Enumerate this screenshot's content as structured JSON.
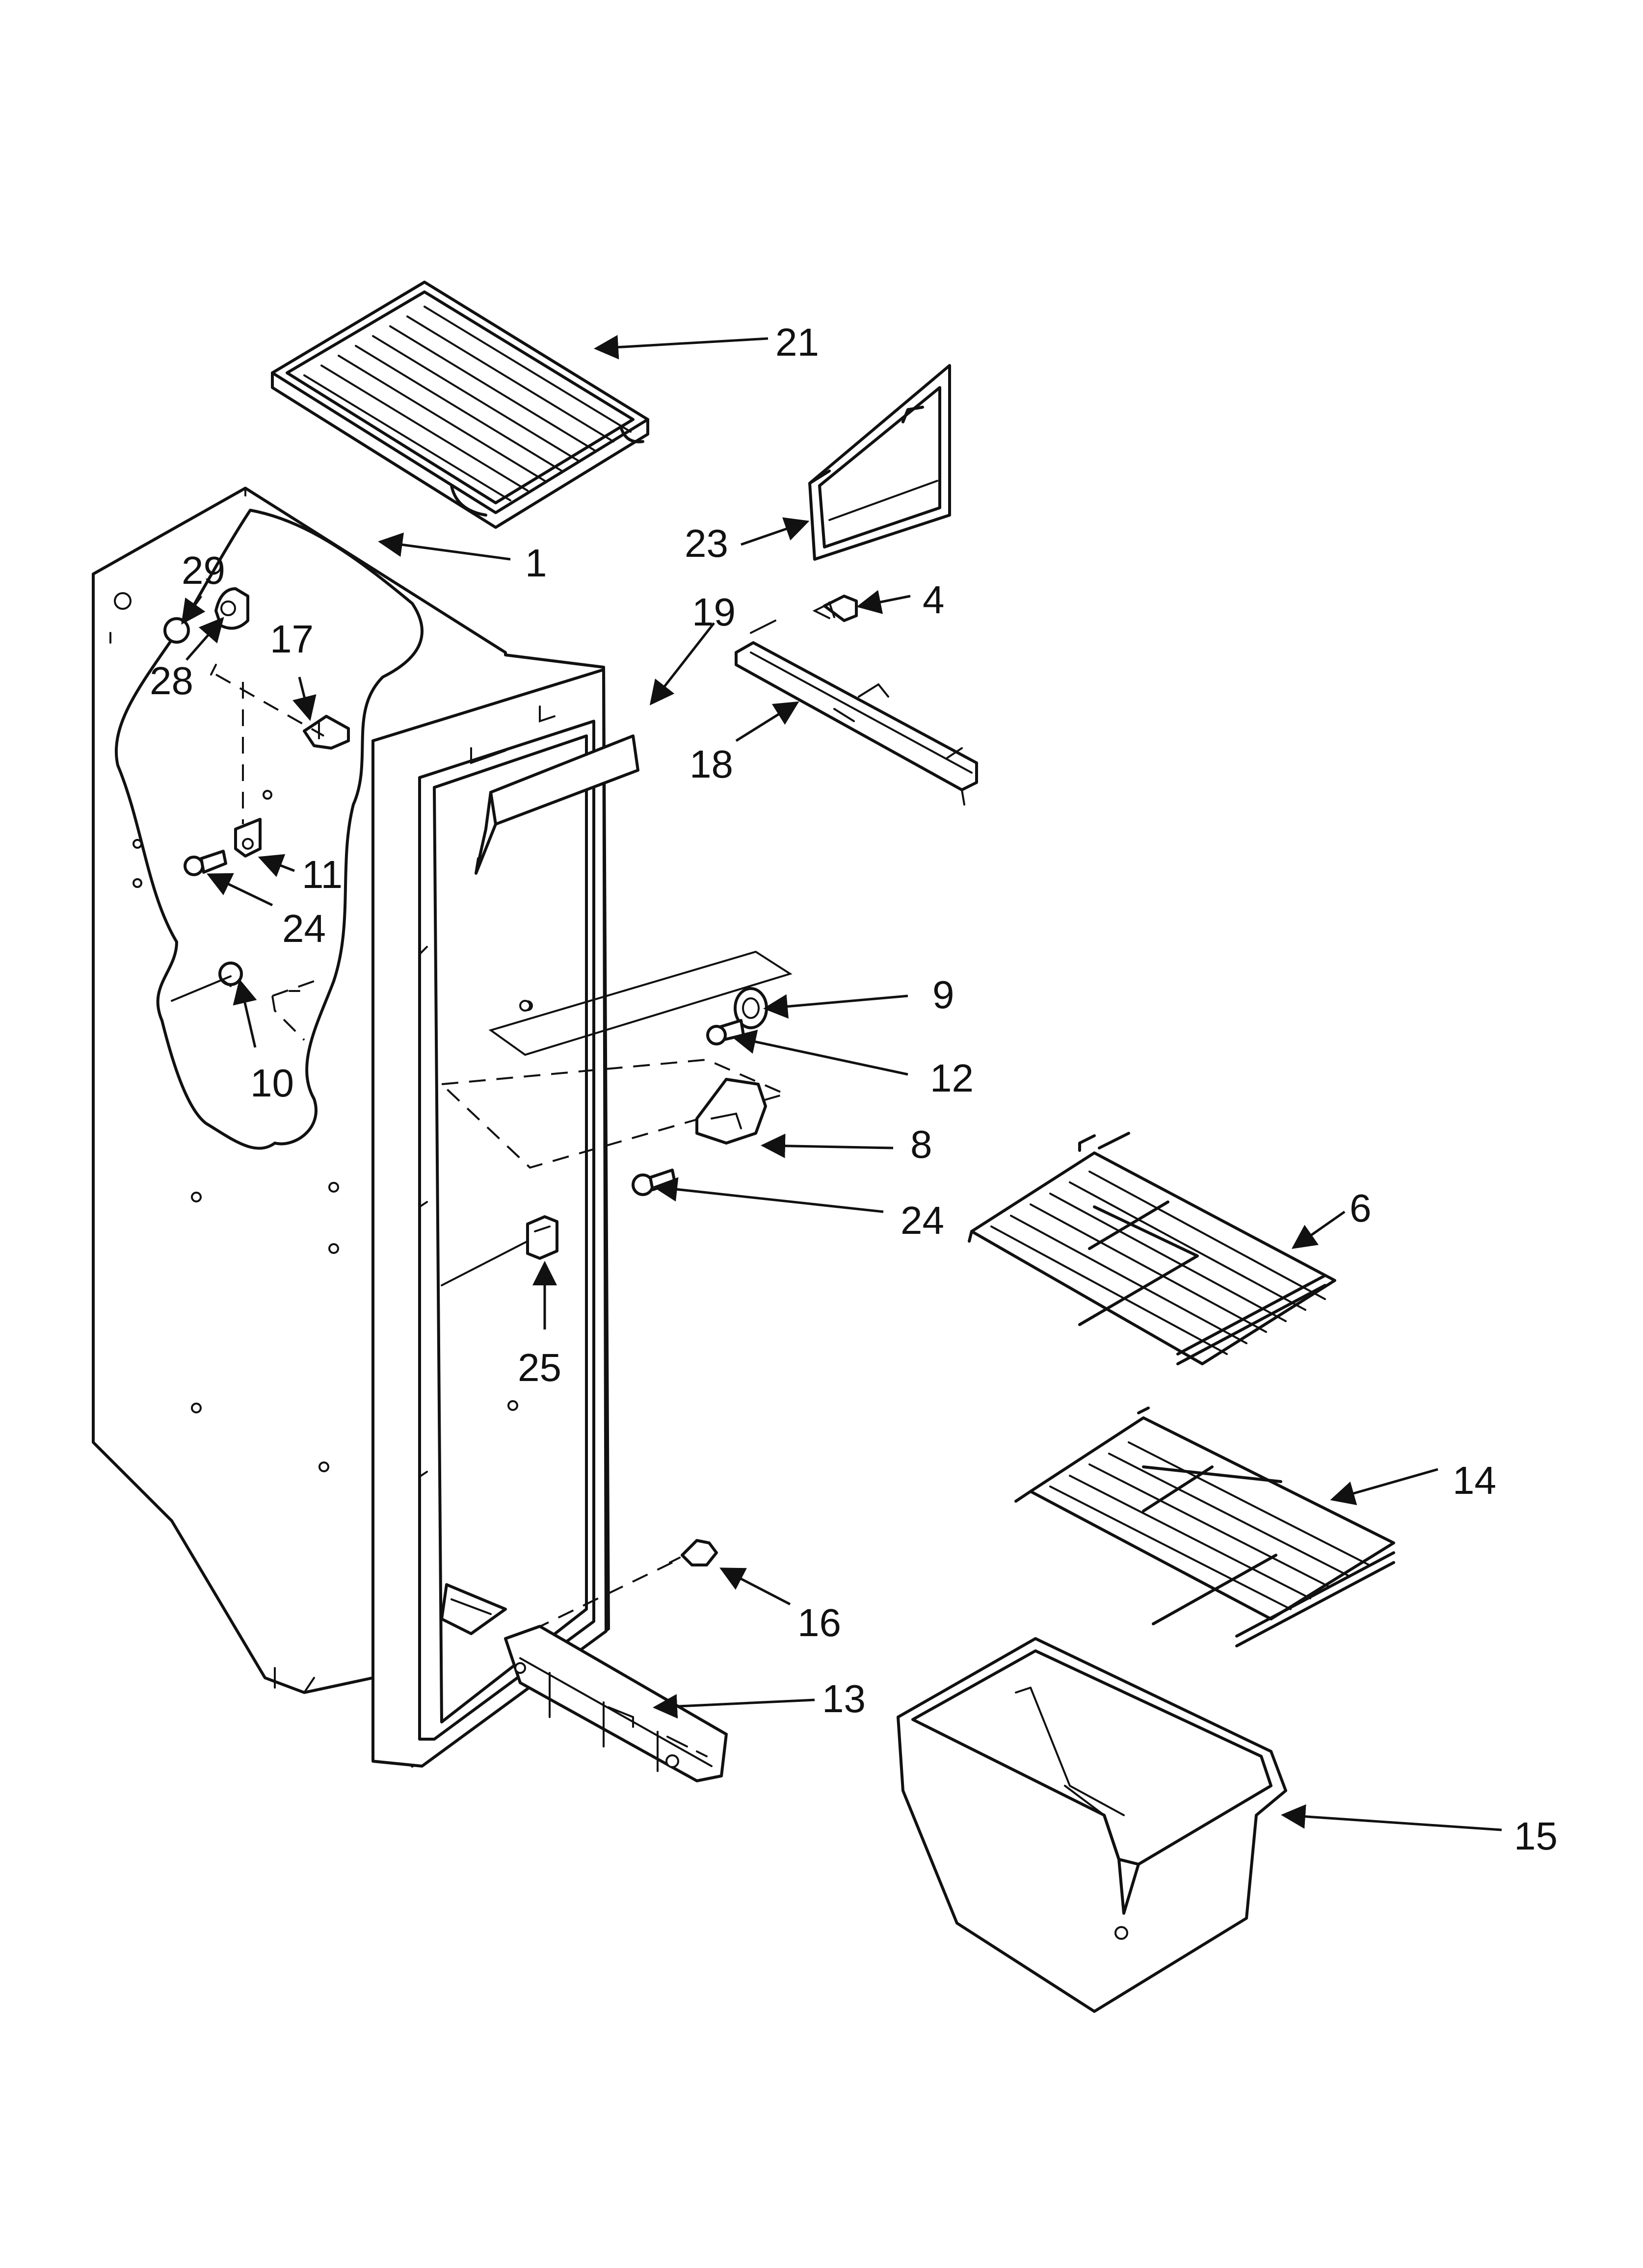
{
  "diagram": {
    "type": "exploded-parts-view",
    "callouts": [
      {
        "id": "c21",
        "label": "21"
      },
      {
        "id": "c23",
        "label": "23"
      },
      {
        "id": "c1",
        "label": "1"
      },
      {
        "id": "c29",
        "label": "29"
      },
      {
        "id": "c4",
        "label": "4"
      },
      {
        "id": "c19",
        "label": "19"
      },
      {
        "id": "c17",
        "label": "17"
      },
      {
        "id": "c28",
        "label": "28"
      },
      {
        "id": "c18",
        "label": "18"
      },
      {
        "id": "c11",
        "label": "11"
      },
      {
        "id": "c24a",
        "label": "24"
      },
      {
        "id": "c9",
        "label": "9"
      },
      {
        "id": "c10",
        "label": "10"
      },
      {
        "id": "c12",
        "label": "12"
      },
      {
        "id": "c8",
        "label": "8"
      },
      {
        "id": "c6",
        "label": "6"
      },
      {
        "id": "c24b",
        "label": "24"
      },
      {
        "id": "c25",
        "label": "25"
      },
      {
        "id": "c14",
        "label": "14"
      },
      {
        "id": "c16",
        "label": "16"
      },
      {
        "id": "c13",
        "label": "13"
      },
      {
        "id": "c15",
        "label": "15"
      }
    ]
  }
}
